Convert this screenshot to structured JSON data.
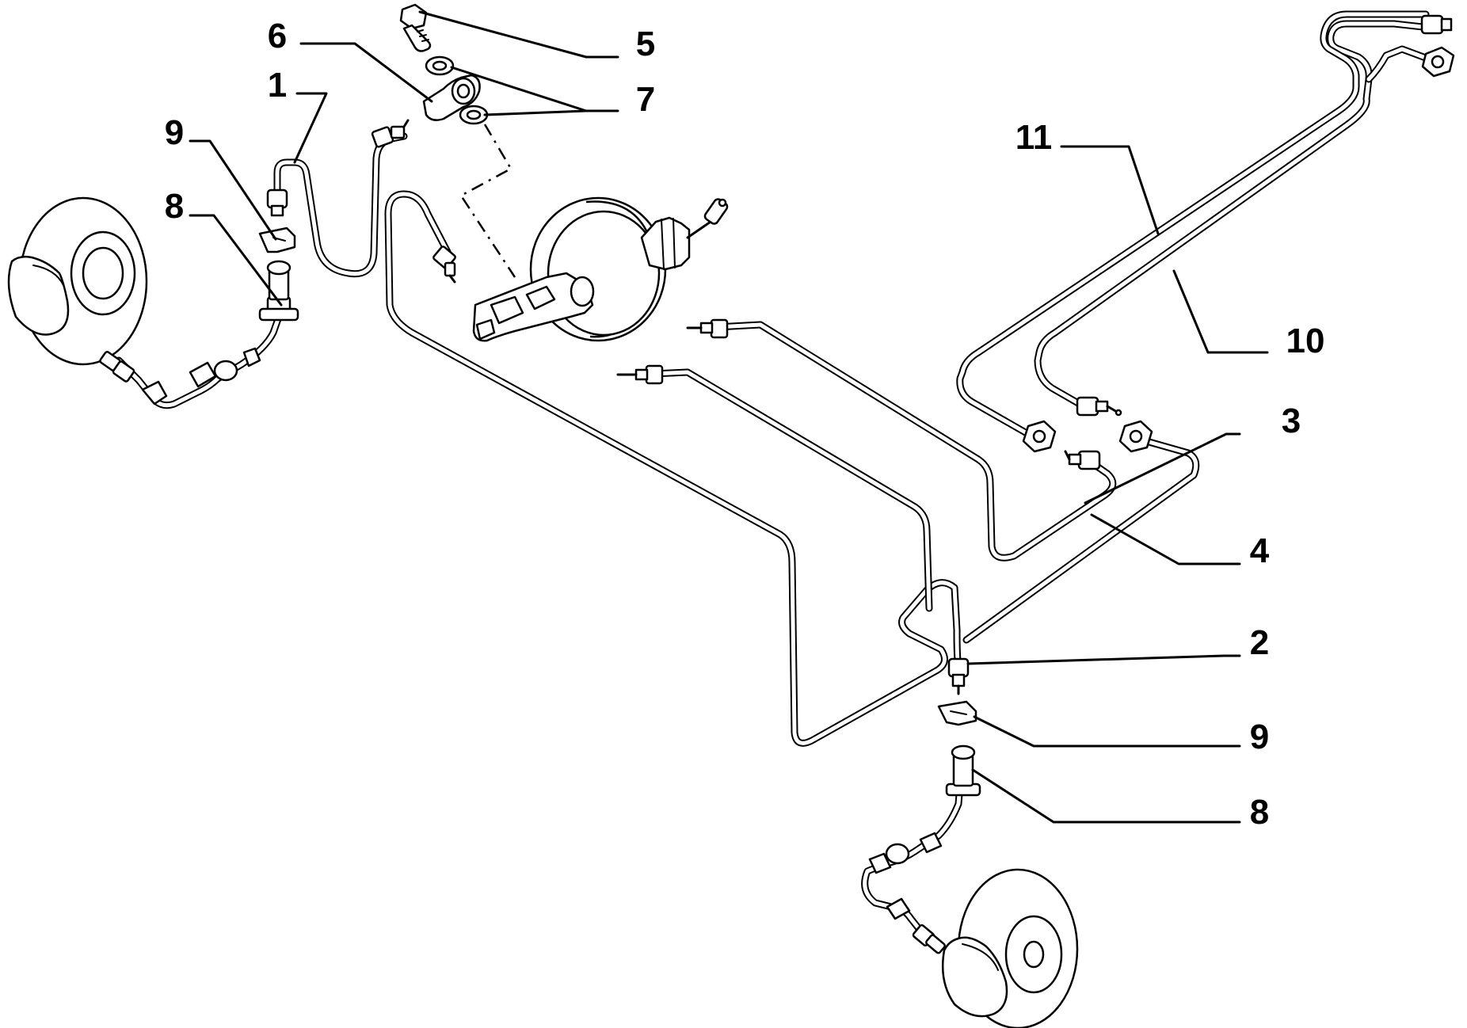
{
  "callouts": [
    {
      "id": "c1",
      "label": "1"
    },
    {
      "id": "c2",
      "label": "2"
    },
    {
      "id": "c3",
      "label": "3"
    },
    {
      "id": "c4",
      "label": "4"
    },
    {
      "id": "c5",
      "label": "5"
    },
    {
      "id": "c6",
      "label": "6"
    },
    {
      "id": "c7",
      "label": "7"
    },
    {
      "id": "c8a",
      "label": "8"
    },
    {
      "id": "c8b",
      "label": "8"
    },
    {
      "id": "c9a",
      "label": "9"
    },
    {
      "id": "c9b",
      "label": "9"
    },
    {
      "id": "c10",
      "label": "10"
    },
    {
      "id": "c11",
      "label": "11"
    }
  ],
  "colors": {
    "line": "#000000",
    "background": "#ffffff"
  }
}
